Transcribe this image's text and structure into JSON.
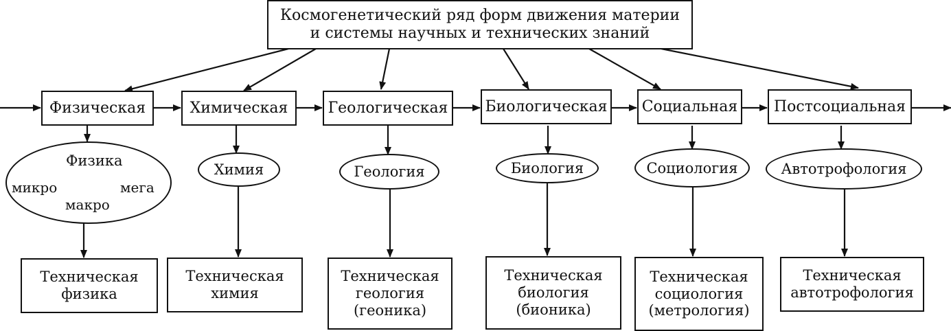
{
  "title": {
    "line1": "Космогенетический ряд форм движения материи",
    "line2": "и системы научных и технических знаний"
  },
  "forms": [
    "Физическая",
    "Химическая",
    "Геологическая",
    "Биологическая",
    "Социальная",
    "Постсоциальная"
  ],
  "sciences": [
    "Физика",
    "Химия",
    "Геология",
    "Биология",
    "Социология",
    "Автотрофология"
  ],
  "physics_scales": {
    "micro": "микро",
    "macro": "макро",
    "mega": "мега"
  },
  "technical": [
    [
      "Техническая",
      "физика"
    ],
    [
      "Техническая",
      "химия"
    ],
    [
      "Техническая",
      "геология",
      "(геоника)"
    ],
    [
      "Техническая",
      "биология",
      "(бионика)"
    ],
    [
      "Техническая",
      "социология",
      "(метрология)"
    ],
    [
      "Техническая",
      "автотрофология"
    ]
  ]
}
